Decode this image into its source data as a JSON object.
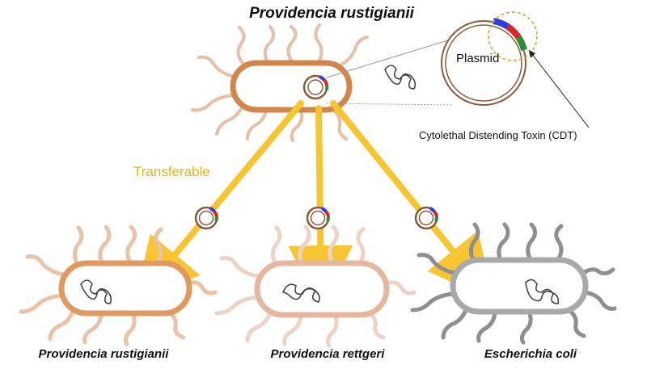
{
  "diagram": {
    "title": "Providencia rustigianii",
    "plasmid_label": "Plasmid",
    "toxin_label": "Cytolethal Distending Toxin (CDT)",
    "transfer_label": "Transferable",
    "recipients": [
      {
        "name": "Providencia rustigianii"
      },
      {
        "name": "Providencia rettgeri"
      },
      {
        "name": "Escherichia coli"
      }
    ]
  },
  "colors": {
    "arrow": "#f7c531",
    "transfer_text": "#e7b416",
    "donor_body": "#d2874a",
    "rustigianii_body": "#e09a5f",
    "rettgeri_body": "#e4b7a0",
    "coli_body": "#a9a9a9",
    "plasmid_ring": "#8b5a3c",
    "cdt_blue": "#2b3ee6",
    "cdt_red": "#e02424",
    "cdt_green": "#2f8a3a"
  }
}
